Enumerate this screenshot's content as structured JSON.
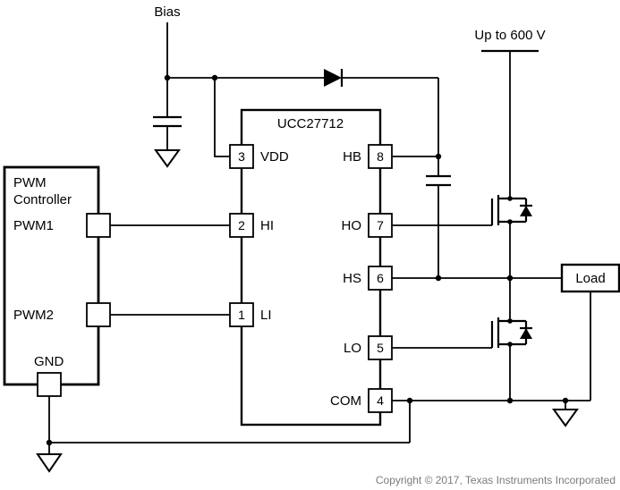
{
  "title": "UCC27712 typical application schematic",
  "colors": {
    "background": "#ffffff",
    "line": "#000000",
    "copyright_text": "#7b7b7b"
  },
  "labels": {
    "bias": "Bias",
    "supply": "Up to 600 V",
    "load": "Load",
    "copyright": "Copyright © 2017, Texas Instruments Incorporated"
  },
  "ic": {
    "name": "UCC27712",
    "left_pins": [
      {
        "num": "3",
        "name": "VDD"
      },
      {
        "num": "2",
        "name": "HI"
      },
      {
        "num": "1",
        "name": "LI"
      }
    ],
    "right_pins": [
      {
        "num": "8",
        "name": "HB"
      },
      {
        "num": "7",
        "name": "HO"
      },
      {
        "num": "6",
        "name": "HS"
      },
      {
        "num": "5",
        "name": "LO"
      },
      {
        "num": "4",
        "name": "COM"
      }
    ]
  },
  "pwm_controller": {
    "title_line1": "PWM",
    "title_line2": "Controller",
    "output1": "PWM1",
    "output2": "PWM2",
    "ground": "GND"
  }
}
